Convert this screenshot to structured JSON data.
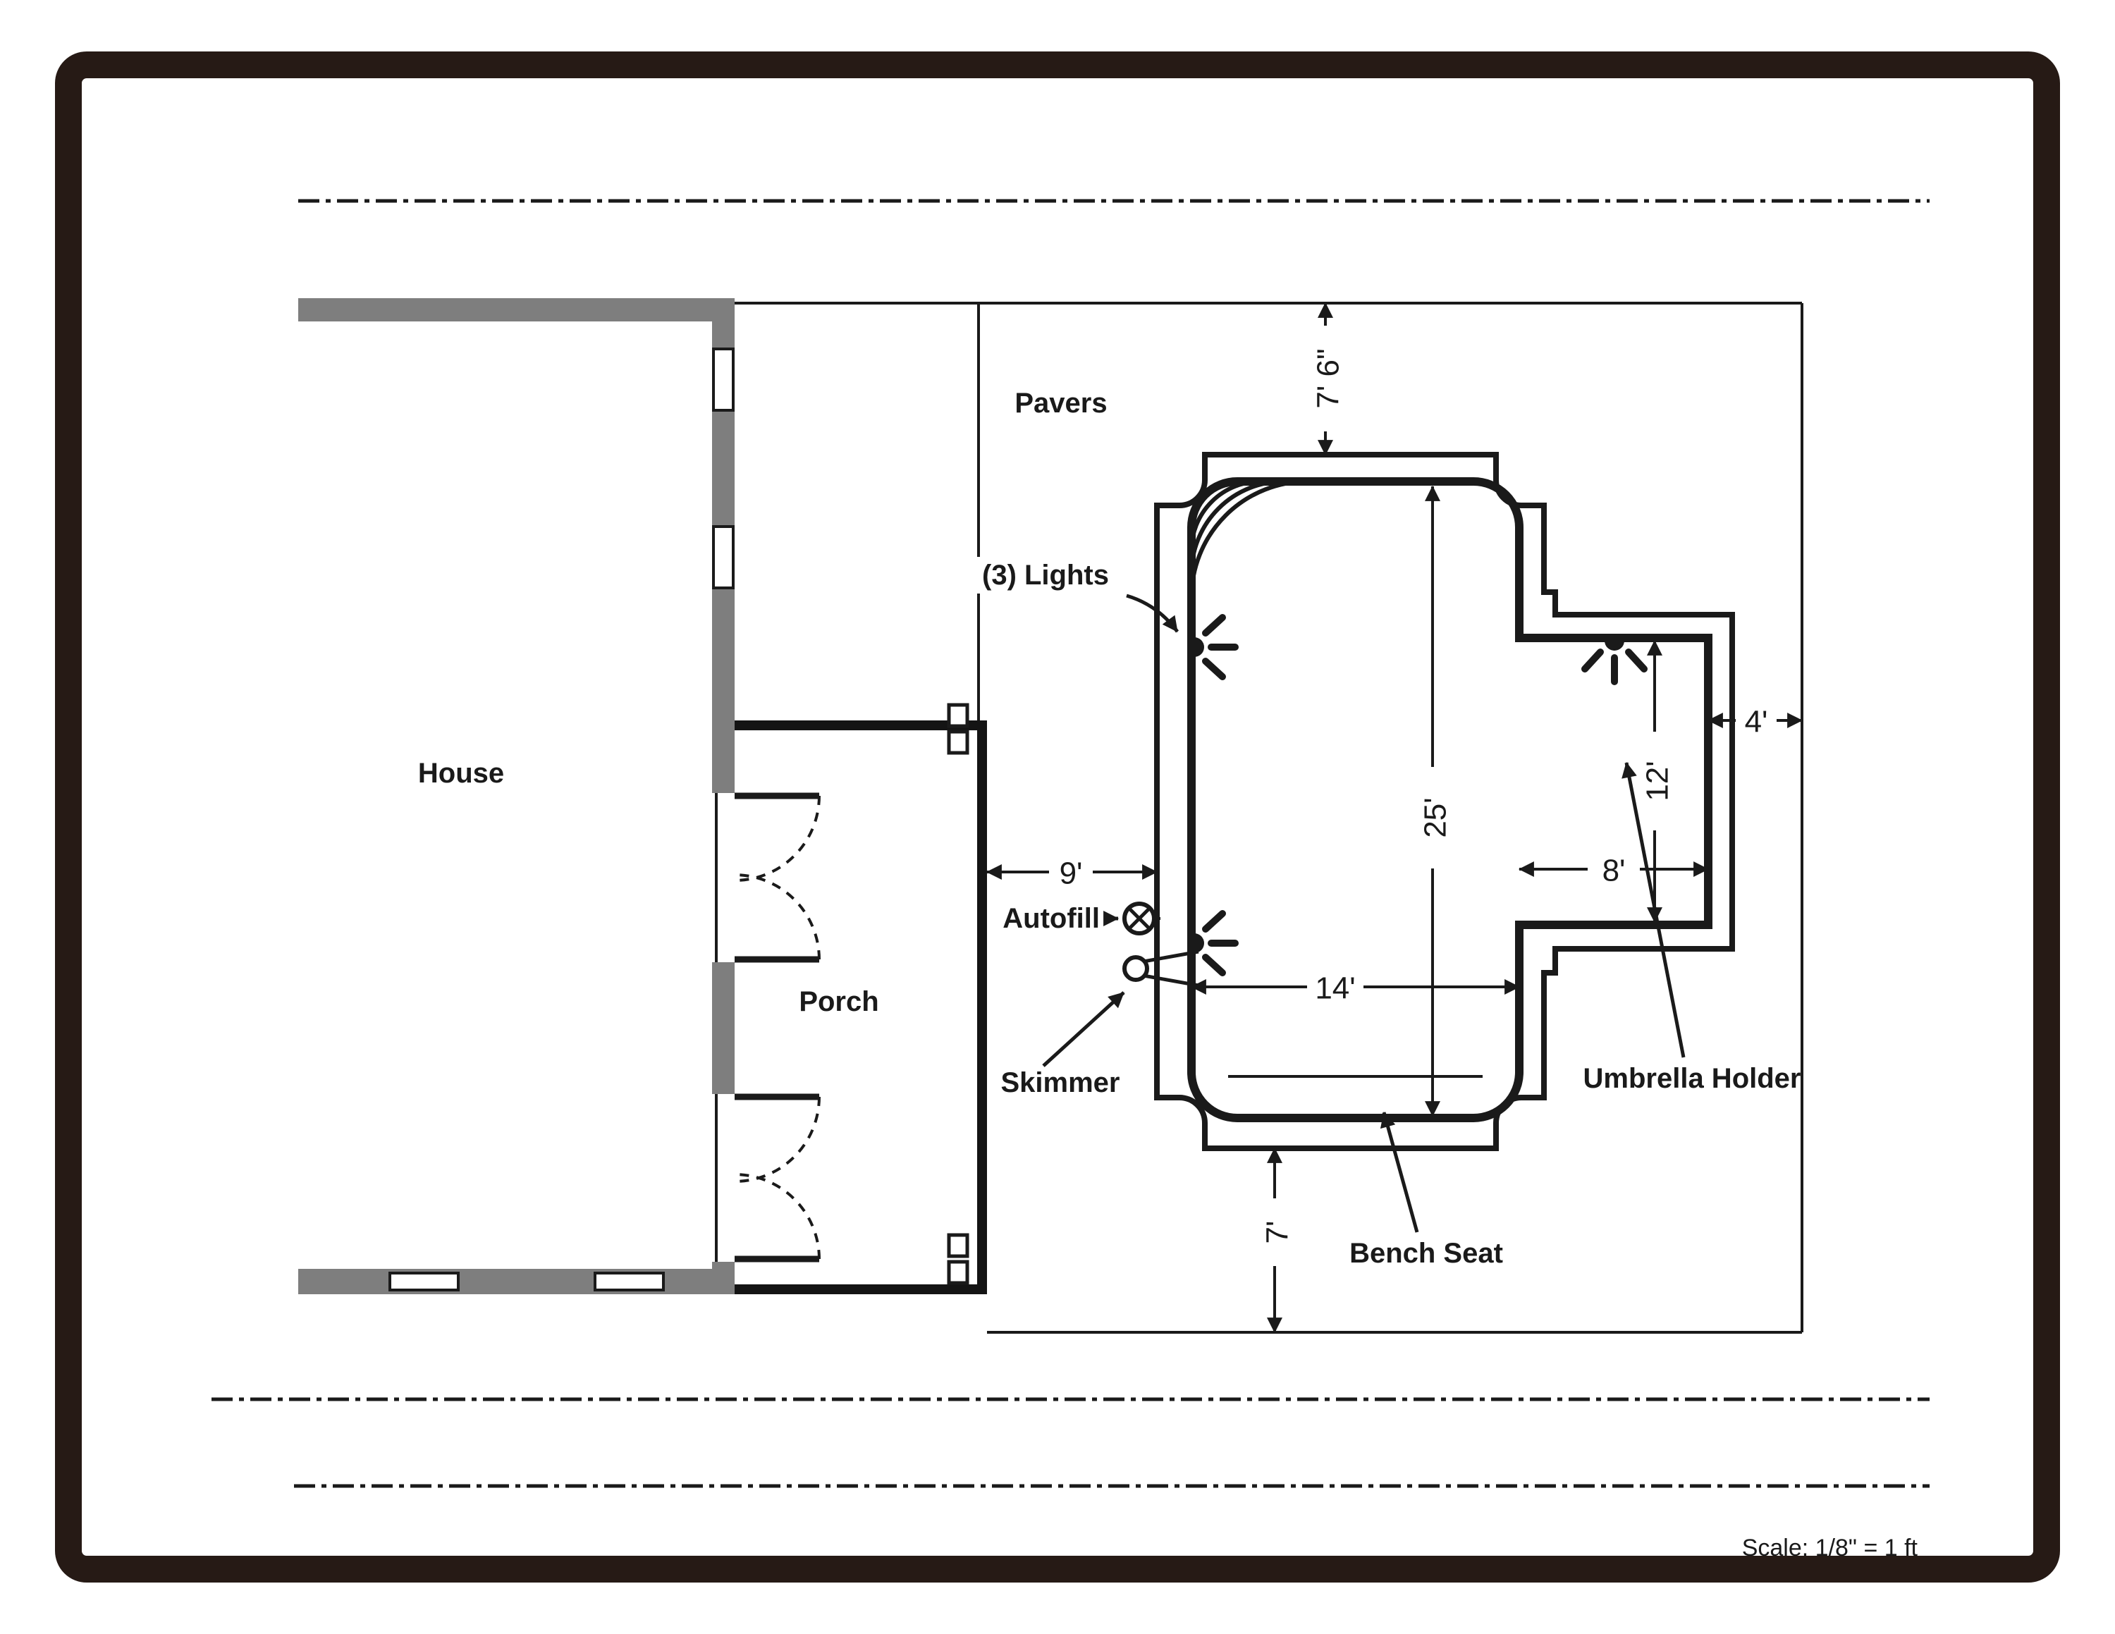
{
  "drawing": {
    "type": "pool-plan",
    "colors": {
      "ink": "#1a1a1a",
      "wall_gray": "#7e7e7e",
      "page_border": "#261a15"
    },
    "areas": {
      "house": "House",
      "porch": "Porch",
      "pavers": "Pavers"
    },
    "callouts": {
      "lights": "(3) Lights",
      "autofill": "Autofill",
      "skimmer": "Skimmer",
      "umbrella_holder": "Umbrella Holder",
      "bench_seat": "Bench Seat"
    },
    "dimensions": {
      "setback_top": "7' 6\"",
      "pool_length": "25'",
      "ext_length": "12'",
      "ext_setback_right": "4'",
      "ext_width": "8'",
      "setback_left": "9'",
      "pool_width": "14'",
      "setback_bottom": "7'"
    },
    "scale_note": "Scale: 1/8\" = 1 ft",
    "symbols": [
      "pool-light-icon",
      "autofill-icon",
      "skimmer-icon",
      "stairs-arcs",
      "bench-seat-line",
      "door-swing-arcs"
    ]
  }
}
